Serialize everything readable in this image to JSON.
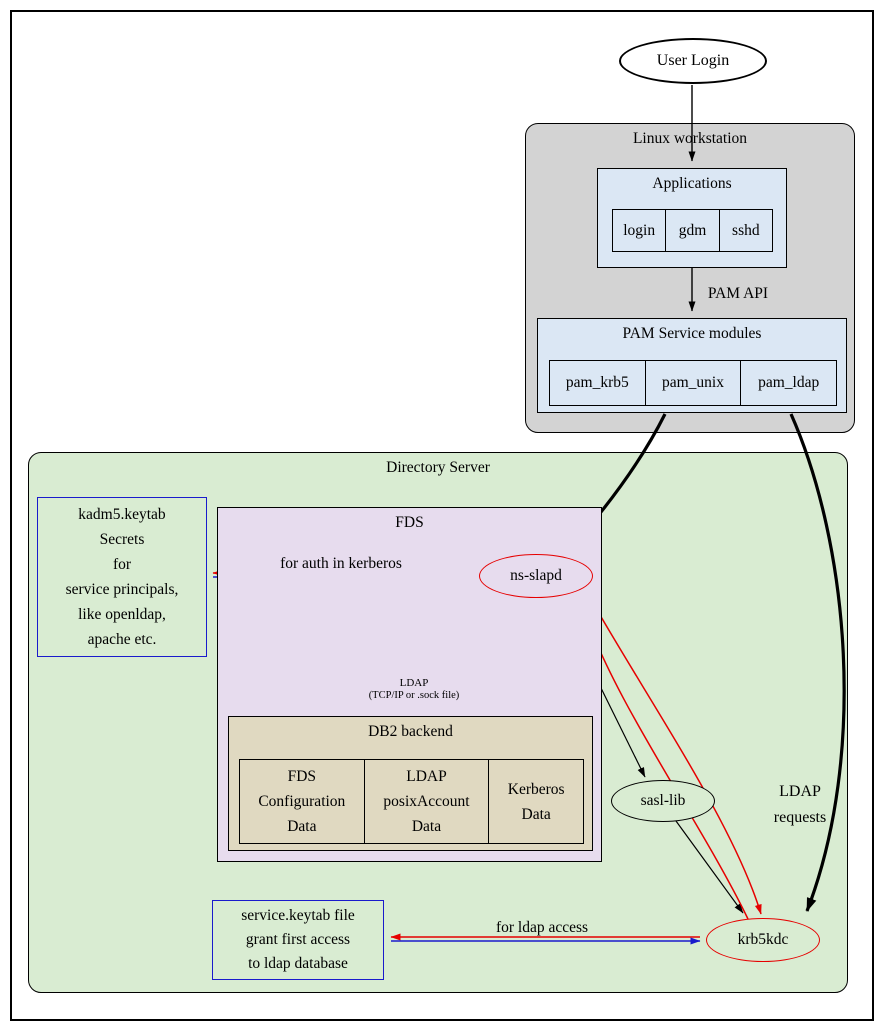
{
  "user_login": {
    "label": "User Login"
  },
  "workstation": {
    "title": "Linux workstation",
    "applications": {
      "title": "Applications",
      "cells": [
        "login",
        "gdm",
        "sshd"
      ]
    },
    "pam_api_label": "PAM API",
    "pam": {
      "title": "PAM Service modules",
      "cells": [
        "pam_krb5",
        "pam_unix",
        "pam_ldap"
      ]
    }
  },
  "directory": {
    "title": "Directory Server",
    "kadm5_box": {
      "lines": [
        "kadm5.keytab",
        "Secrets",
        "for",
        "service principals,",
        "like openldap,",
        "apache etc."
      ]
    },
    "fds_title": "FDS",
    "ns_slapd_label": "ns-slapd",
    "auth_edge_label": "for auth in kerberos",
    "ldap_socket_label": {
      "line1": "LDAP",
      "line2": "(TCP/IP or .sock file)"
    },
    "db2": {
      "title": "DB2 backend",
      "cells": [
        [
          "FDS",
          "Configuration",
          "Data"
        ],
        [
          "LDAP",
          "posixAccount",
          "Data"
        ],
        [
          "Kerberos",
          "Data"
        ]
      ]
    },
    "sasl_lib_label": "sasl-lib",
    "krb5kdc_label": "krb5kdc",
    "service_box": {
      "lines": [
        "service.keytab file",
        "grant first access",
        "to ldap database"
      ]
    },
    "ldap_access_label": "for ldap access",
    "ldap_requests": {
      "line1": "LDAP",
      "line2": "requests"
    }
  },
  "colors": {
    "workstation_bg": "#d3d3d3",
    "module_box_bg": "#dbe7f4",
    "directory_bg": "#d9ecd2",
    "fds_bg": "#e7dcee",
    "db2_bg": "#e0d9c1",
    "red_accent": "#e60000",
    "blue_accent": "#1a1acc",
    "edge_black": "#000000"
  }
}
